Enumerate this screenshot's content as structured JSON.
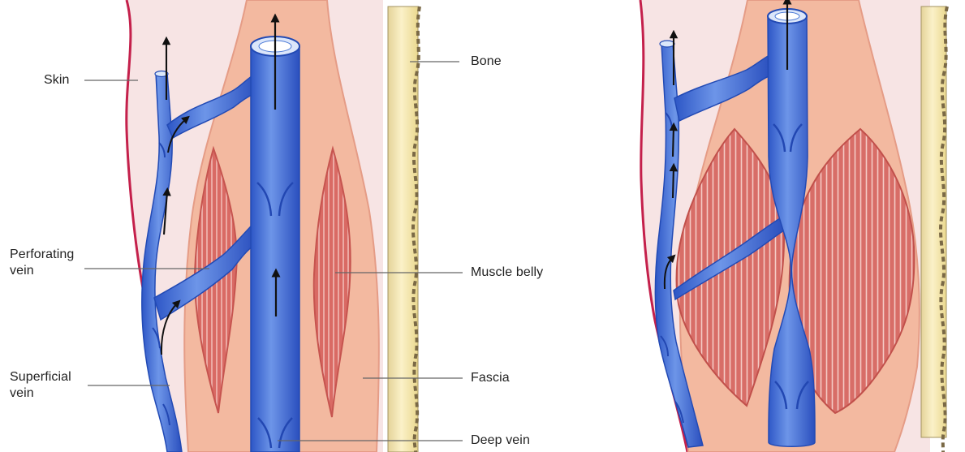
{
  "labels": {
    "skin": "Skin",
    "perforating_vein": "Perforating\nvein",
    "superficial_vein": "Superficial\nvein",
    "bone": "Bone",
    "muscle_belly": "Muscle belly",
    "fascia": "Fascia",
    "deep_vein": "Deep vein"
  },
  "colors": {
    "background": "#ffffff",
    "skin_tissue": "#f7e4e4",
    "skin_line": "#c4204b",
    "fascia": "#f3b9a0",
    "muscle": "#d96a64",
    "muscle_stripe": "#f6d5d1",
    "bone": "#f4e4a7",
    "bone_edge": "#7a6946",
    "vein": "#4c7ad6",
    "vein_dark": "#264db8",
    "vein_light": "#a6c3f0",
    "arrow": "#111111",
    "leader_line": "#666666"
  },
  "panels": [
    {
      "state": "muscle relaxed",
      "deep_vein_arrows": "up"
    },
    {
      "state": "muscle contracted",
      "deep_vein_arrows": "up"
    }
  ]
}
